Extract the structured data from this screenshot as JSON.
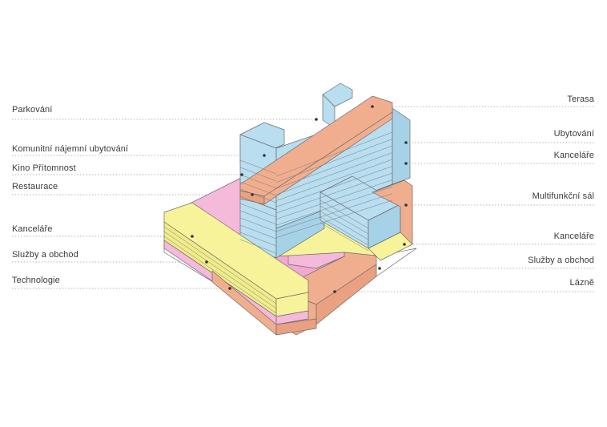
{
  "labels": {
    "left": [
      "Parkování",
      "Komunitní nájemní ubytování",
      "Kino Přítomnost",
      "Restaurace",
      "Kanceláře",
      "Služby a obchod",
      "Technologie"
    ],
    "right": [
      "Terasa",
      "Ubytování",
      "Kanceláře",
      "Multifunkční sál",
      "Kanceláře",
      "Služby a obchod",
      "Lázně"
    ]
  },
  "colors": {
    "housing": "#b8def0",
    "office": "#f7f39a",
    "retail": "#f5b9da",
    "amenity": "#f1ae8f",
    "parking": "#ffffff"
  }
}
